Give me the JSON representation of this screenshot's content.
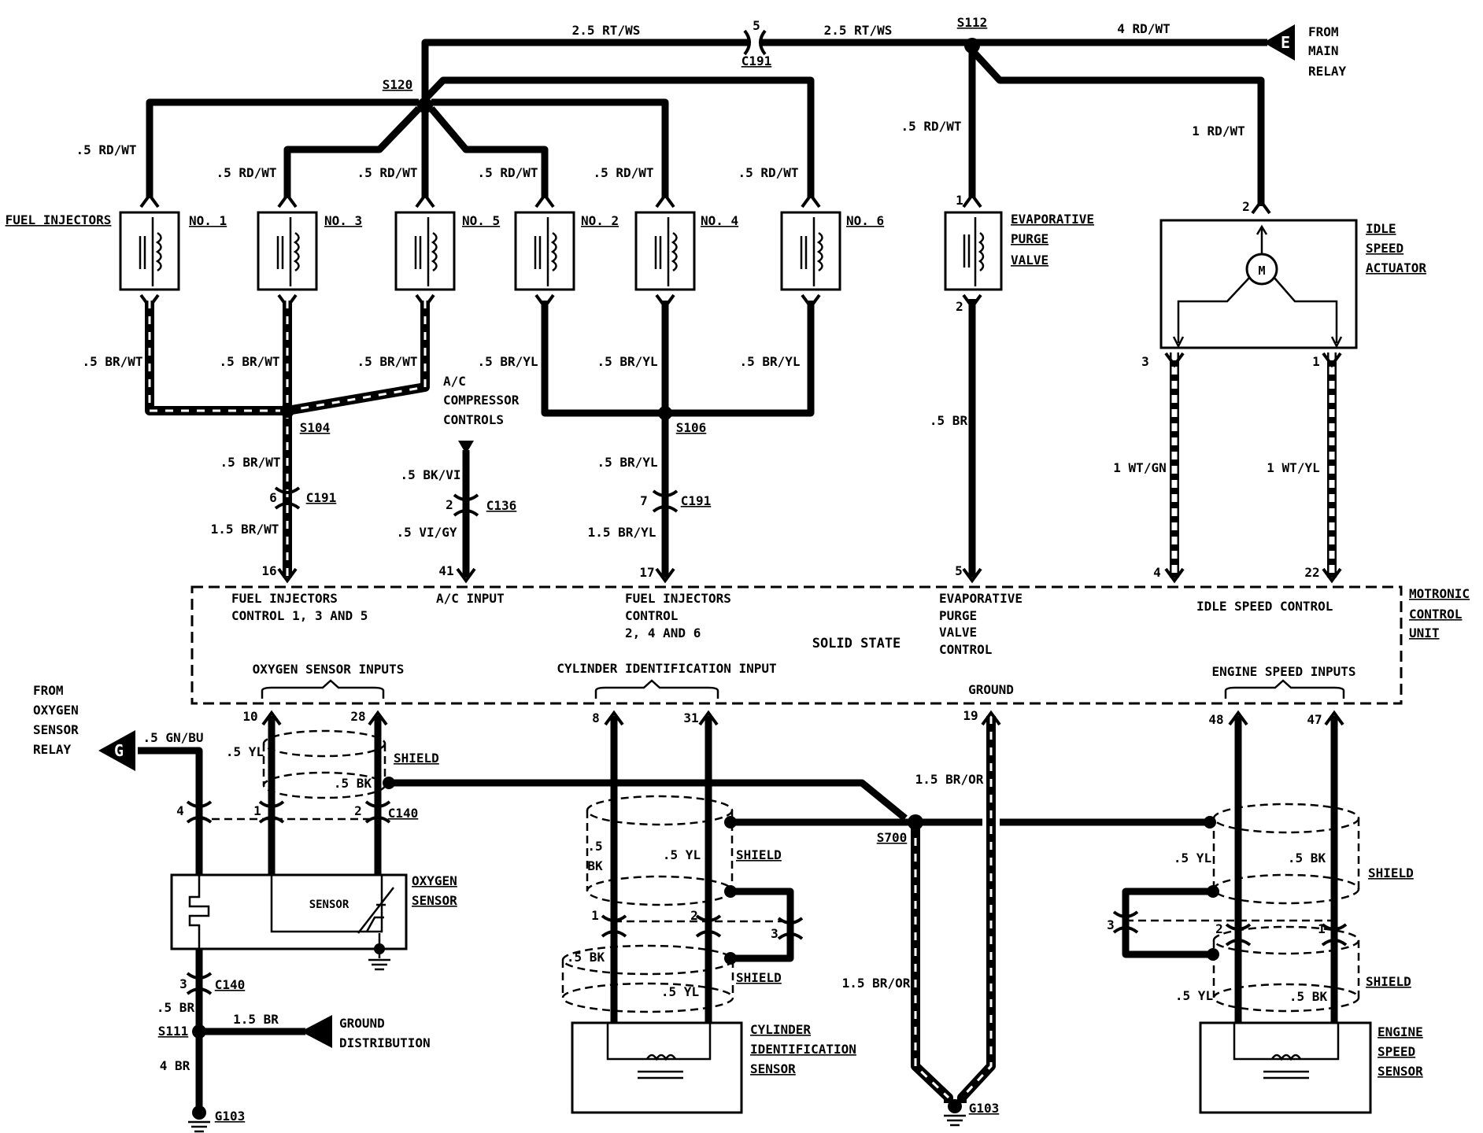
{
  "wires": {
    "top_feed": "2.5 RT/WS",
    "top_feed_right": "2.5 RT/WS",
    "main_feed": "4 RD/WT",
    "c191_pin": "5",
    "c191_top": "C191",
    "inj1": ".5 RD/WT",
    "inj3": ".5 RD/WT",
    "inj5": ".5 RD/WT",
    "inj2": ".5 RD/WT",
    "inj4": ".5 RD/WT",
    "inj6": ".5 RD/WT",
    "evap_feed": ".5 RD/WT",
    "isa_feed": "1 RD/WT",
    "inj1_ret": ".5 BR/WT",
    "inj3_ret": ".5 BR/WT",
    "inj5_ret": ".5 BR/WT",
    "inj2_ret": ".5 BR/YL",
    "inj4_ret": ".5 BR/YL",
    "inj6_ret": ".5 BR/YL",
    "s104_out": ".5 BR/WT",
    "s104_c191": "1.5 BR/WT",
    "s106_out": ".5 BR/YL",
    "s106_c191": "1.5 BR/YL",
    "ac_top": ".5 BK/VI",
    "ac_bottom": ".5 VI/GY",
    "evap_ret": ".5 BR",
    "isa_3": "1 WT/GN",
    "isa_1": "1 WT/YL",
    "o2_relay": ".5 GN/BU",
    "o2_yl": ".5 YL",
    "o2_bk": ".5 BK",
    "o2_gnd": ".5 BR",
    "gnd_dist": "1.5 BR",
    "s111_gnd": "4 BR",
    "ground_upper": "1.5 BR/OR",
    "ground_lower": "1.5 BR/OR",
    "cis_bk": ".5 BK",
    "cis_yl": ".5 YL",
    "cis_bk_low": ".5 BK",
    "cis_yl_low": ".5 YL",
    "ess_yl": ".5 YL",
    "ess_bk": ".5 BK",
    "ess_yl_low": ".5 YL",
    "ess_bk_low": ".5 BK"
  },
  "splices": {
    "s120": "S120",
    "s112": "S112",
    "s104": "S104",
    "s106": "S106",
    "s700": "S700",
    "s111": "S111"
  },
  "connectors": {
    "c191_a": "C191",
    "c191_b": "C191",
    "c136": "C136",
    "c140_a": "C140",
    "c140_b": "C140",
    "g103_a": "G103",
    "g103_b": "G103"
  },
  "pins": {
    "c191_6": "6",
    "c136_2": "2",
    "c191_7": "7",
    "evap_1": "1",
    "evap_2": "2",
    "isa_2": "2",
    "isa_3": "3",
    "isa_1": "1",
    "ecu_16": "16",
    "ecu_41": "41",
    "ecu_17": "17",
    "ecu_5": "5",
    "ecu_4": "4",
    "ecu_22": "22",
    "ecu_10": "10",
    "ecu_28": "28",
    "ecu_8": "8",
    "ecu_31": "31",
    "ecu_19": "19",
    "ecu_48": "48",
    "ecu_47": "47",
    "c140_4": "4",
    "c140_1": "1",
    "c140_2": "2",
    "c140_3": "3",
    "cis_1": "1",
    "cis_2": "2",
    "cis_3": "3",
    "ess_3": "3",
    "ess_2": "2",
    "ess_1": "1"
  },
  "components": {
    "fuel_injectors": "FUEL INJECTORS",
    "no1": "NO. 1",
    "no3": "NO. 3",
    "no5": "NO. 5",
    "no2": "NO. 2",
    "no4": "NO. 4",
    "no6": "NO. 6",
    "evap": [
      "EVAPORATIVE",
      "PURGE",
      "VALVE"
    ],
    "isa": [
      "IDLE",
      "SPEED",
      "ACTUATOR"
    ],
    "motor": "M",
    "ac": [
      "A/C",
      "COMPRESSOR",
      "CONTROLS"
    ],
    "from_main": [
      "FROM",
      "MAIN",
      "RELAY"
    ],
    "from_o2": [
      "FROM",
      "OXYGEN",
      "SENSOR",
      "RELAY"
    ],
    "e_marker": "E",
    "g_marker": "G",
    "o2_sensor": [
      "OXYGEN",
      "SENSOR"
    ],
    "o2_inner": "SENSOR",
    "cis": [
      "CYLINDER",
      "IDENTIFICATION",
      "SENSOR"
    ],
    "ess": [
      "ENGINE",
      "SPEED",
      "SENSOR"
    ],
    "ground_dist": [
      "GROUND",
      "DISTRIBUTION"
    ],
    "shield_o2": "SHIELD",
    "shield_cis_a": "SHIELD",
    "shield_cis_b": "SHIELD",
    "shield_ess_a": "SHIELD",
    "shield_ess_b": "SHIELD"
  },
  "ecu": {
    "name": [
      "MOTRONIC",
      "CONTROL",
      "UNIT"
    ],
    "inj135": [
      "FUEL INJECTORS",
      "CONTROL 1, 3 AND 5"
    ],
    "ac_input": "A/C INPUT",
    "inj246": [
      "FUEL INJECTORS",
      "CONTROL",
      "2, 4 AND 6"
    ],
    "solid_state": "SOLID  STATE",
    "evap_ctrl": [
      "EVAPORATIVE",
      "PURGE",
      "VALVE",
      "CONTROL"
    ],
    "idle_ctrl": "IDLE SPEED CONTROL",
    "o2_inputs": "OXYGEN SENSOR INPUTS",
    "cyl_input": "CYLINDER IDENTIFICATION INPUT",
    "ground": "GROUND",
    "speed_inputs": "ENGINE SPEED INPUTS"
  }
}
